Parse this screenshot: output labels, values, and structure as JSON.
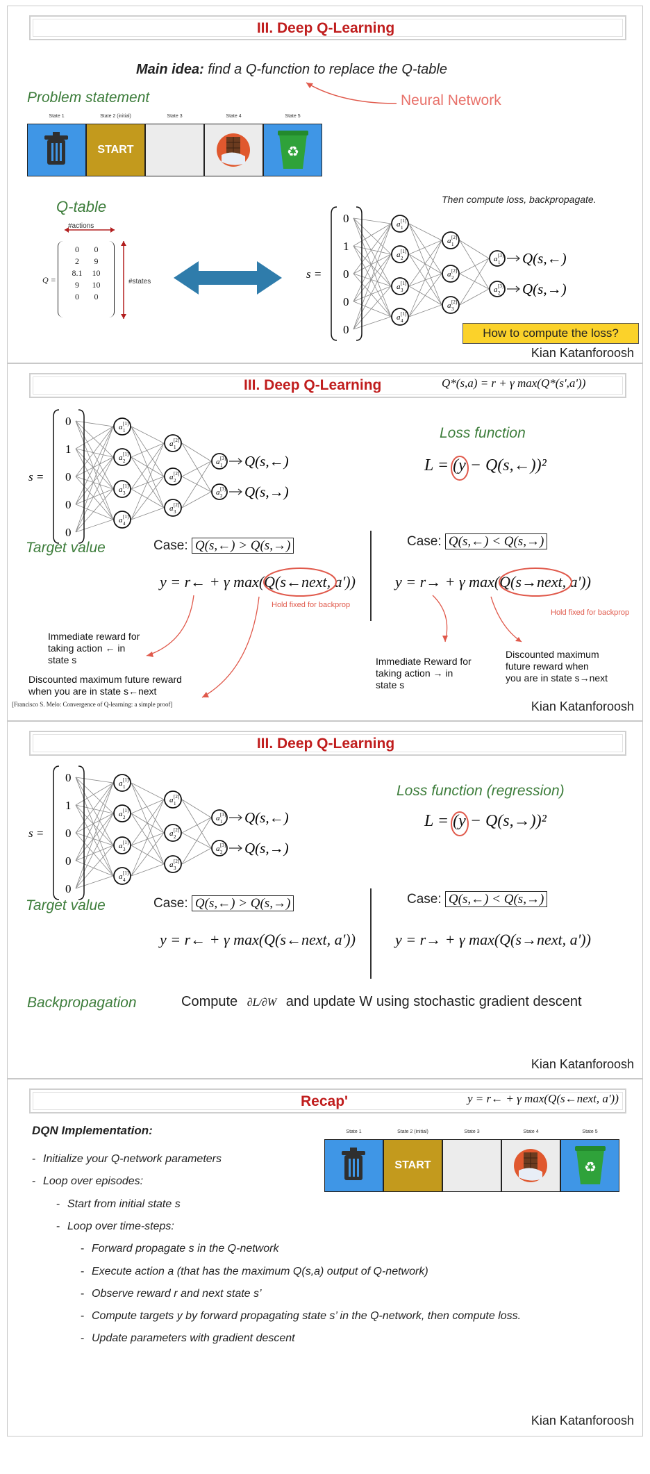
{
  "slide1": {
    "title": "III. Deep Q-Learning",
    "main_idea_bold": "Main idea:",
    "main_idea_rest": "find a Q-function to replace the Q-table",
    "neural_network": "Neural Network",
    "problem_statement": "Problem statement",
    "states": [
      {
        "label": "State 1",
        "type": "trash",
        "text": ""
      },
      {
        "label": "State 2 (initial)",
        "type": "start",
        "text": "START"
      },
      {
        "label": "State 3",
        "type": "empty",
        "text": ""
      },
      {
        "label": "State 4",
        "type": "chocolate",
        "text": ""
      },
      {
        "label": "State 5",
        "type": "recycle",
        "text": ""
      }
    ],
    "qtable_title": "Q-table",
    "actions_label": "#actions",
    "states_label": "#states",
    "q_eq": "Q =",
    "qtable": [
      [
        "0",
        "0"
      ],
      [
        "2",
        "9"
      ],
      [
        "8.1",
        "10"
      ],
      [
        "9",
        "10"
      ],
      [
        "0",
        "0"
      ]
    ],
    "then_compute": "Then compute loss, backpropagate.",
    "how_compute": "How to compute the loss?",
    "author": "Kian Katanforoosh"
  },
  "network": {
    "s_eq": "s =",
    "s_vector": [
      "0",
      "1",
      "0",
      "0",
      "0"
    ],
    "out_left": "Q(s,←)",
    "out_right": "Q(s,→)"
  },
  "slide2": {
    "title": "III. Deep Q-Learning",
    "bellman": "Q*(s,a) = r + γ max(Q*(s',a'))",
    "loss_title": "Loss function",
    "loss_eq": "L = (y − Q(s,←))²",
    "target_value": "Target value",
    "case_word": "Case:",
    "case_left": "Q(s,←) > Q(s,→)",
    "case_right": "Q(s,←) < Q(s,→)",
    "y_left": "y = r← + γ max(Q(s←next, a'))",
    "y_right": "y = r→ + γ max(Q(s→next, a'))",
    "hold_fixed": "Hold fixed for backprop",
    "immediate_left": [
      "Immediate reward for",
      "taking action ← in",
      "state s"
    ],
    "discounted_left": [
      "Discounted maximum future reward",
      "when you are in state s←next"
    ],
    "immediate_right": [
      "Immediate Reward for",
      "taking action → in",
      "state s"
    ],
    "discounted_right": [
      "Discounted maximum",
      "future reward when",
      "you are in state s→next"
    ],
    "citation": "[Francisco S. Melo: Convergence of Q-learning: a simple proof]",
    "author": "Kian Katanforoosh"
  },
  "slide3": {
    "title": "III. Deep Q-Learning",
    "loss_title": "Loss function (regression)",
    "loss_eq": "L = (y − Q(s,→))²",
    "target_value": "Target value",
    "case_word": "Case:",
    "case_left": "Q(s,←) > Q(s,→)",
    "case_right": "Q(s,←) < Q(s,→)",
    "y_left": "y = r← + γ max(Q(s←next, a'))",
    "y_right": "y = r→ + γ max(Q(s→next, a'))",
    "backprop_title": "Backpropagation",
    "compute_word": "Compute",
    "dl_dw": "∂L/∂W",
    "backprop_rest": "and update W using stochastic gradient descent",
    "author": "Kian Katanforoosh"
  },
  "slide4": {
    "title": "Recap'",
    "recap_eq": "y = r← + γ max(Q(s←next, a'))",
    "dqn_title": "DQN Implementation:",
    "steps": [
      {
        "level": 1,
        "text": "Initialize your Q-network parameters"
      },
      {
        "level": 1,
        "text": "Loop over episodes:"
      },
      {
        "level": 2,
        "text": "Start from initial state s"
      },
      {
        "level": 2,
        "text": "Loop over time-steps:"
      },
      {
        "level": 3,
        "text": "Forward propagate s in the Q-network"
      },
      {
        "level": 3,
        "text": "Execute action a (that has the maximum Q(s,a) output of Q-network)"
      },
      {
        "level": 3,
        "text": "Observe reward r and next state s’"
      },
      {
        "level": 3,
        "text": "Compute targets y by forward propagating state s’ in the Q-network, then compute loss."
      },
      {
        "level": 3,
        "text": "Update parameters with gradient descent"
      }
    ],
    "author": "Kian Katanforoosh"
  },
  "colors": {
    "title_red": "#c01d1d",
    "green_heading": "#3d7d3b",
    "accent_red": "#e0594b",
    "state_blue": "#3f96e6",
    "start_gold": "#c39a1d",
    "arrow_blue": "#2f7cab",
    "callout_yellow": "#fbd22a"
  }
}
